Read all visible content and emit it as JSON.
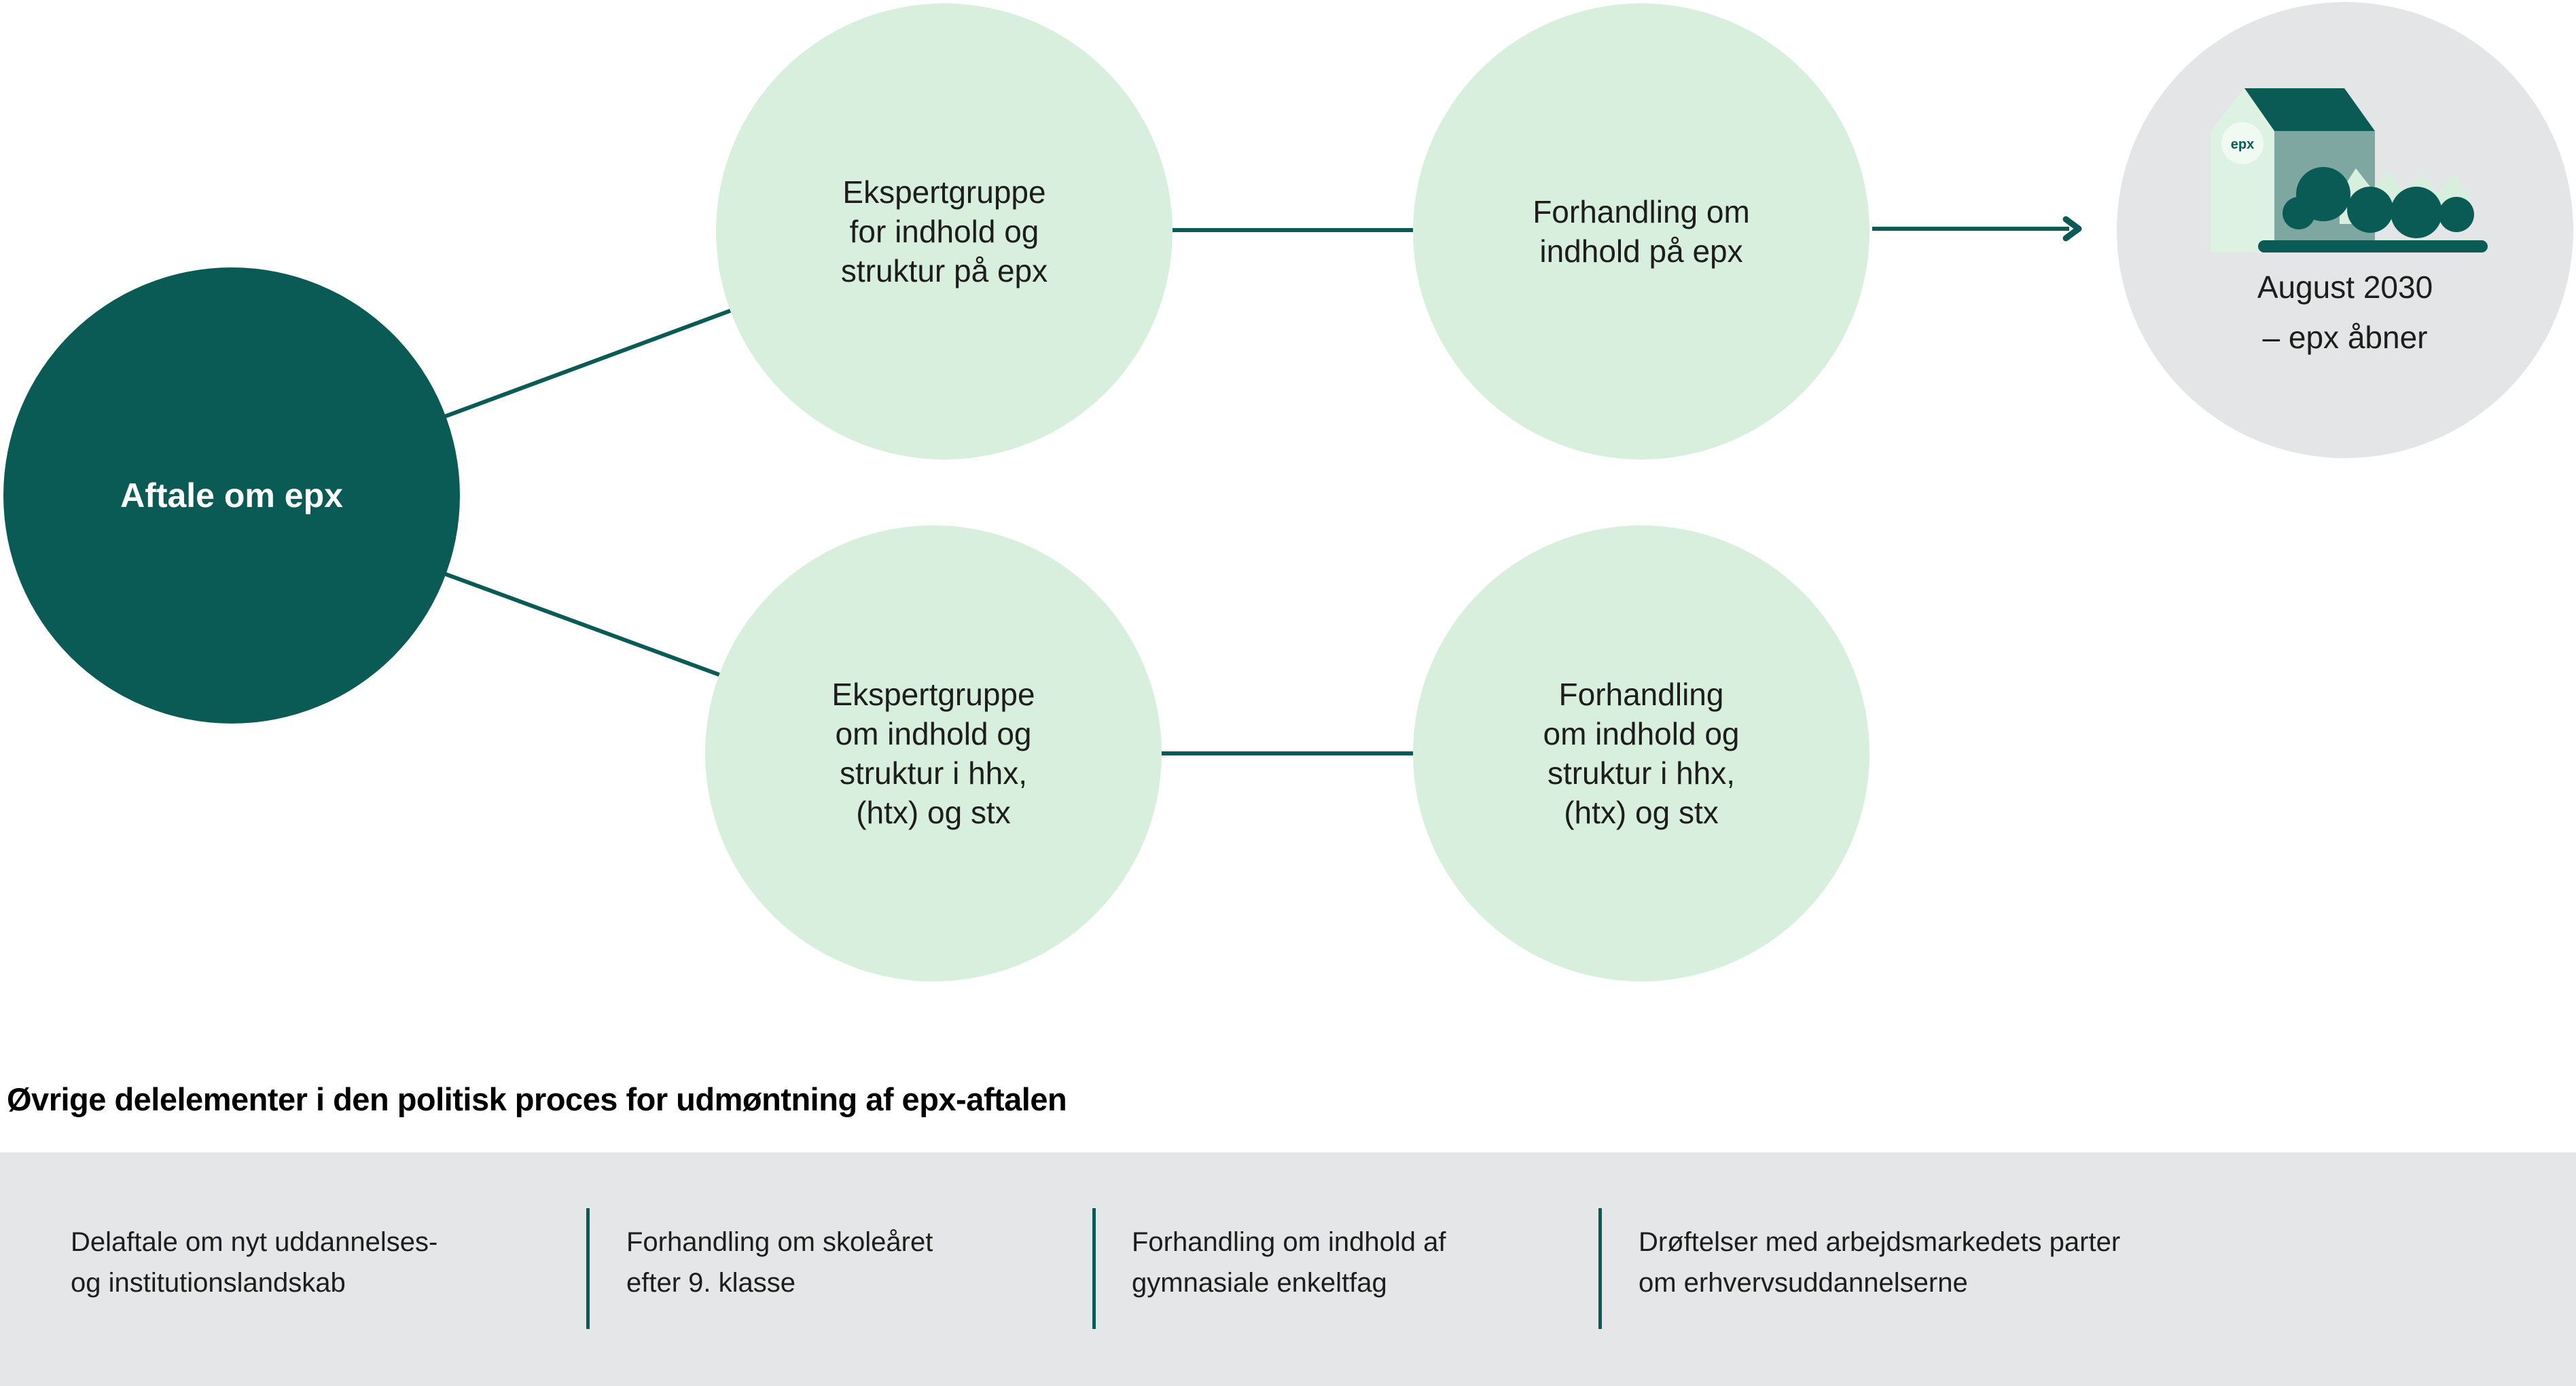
{
  "colors": {
    "teal_dark": "#0a5a55",
    "light_green": "#d8efde",
    "building_front": "#ddf2e2",
    "building_side": "#7fa7a2",
    "badge_background": "#f0faf2",
    "gray_circle": "#e4e5e7",
    "gray_band": "#e5e6e8",
    "text_dark": "#1d1d1b"
  },
  "diagram": {
    "root": {
      "label": "Aftale om epx"
    },
    "expert_epx": {
      "lines": [
        "Ekspertgruppe",
        "for indhold og",
        "struktur på epx"
      ]
    },
    "negotiation_epx": {
      "lines": [
        "Forhandling om",
        "indhold på epx"
      ]
    },
    "expert_hhx": {
      "lines": [
        "Ekspertgruppe",
        "om indhold og",
        "struktur i hhx,",
        "(htx) og stx"
      ]
    },
    "negotiation_hhx": {
      "lines": [
        "Forhandling",
        "om indhold og",
        "struktur i hhx,",
        "(htx) og stx"
      ]
    },
    "milestone": {
      "badge_label": "epx",
      "lines": [
        "August 2030",
        "– epx åbner"
      ]
    }
  },
  "footer": {
    "heading": "Øvrige delelementer i den politisk proces for udmøntning af epx-aftalen",
    "items": [
      {
        "lines": [
          "Delaftale om nyt uddannelses-",
          "og institutionslandskab"
        ]
      },
      {
        "lines": [
          "Forhandling om skoleåret",
          "efter 9. klasse"
        ]
      },
      {
        "lines": [
          "Forhandling om indhold af",
          "gymnasiale enkeltfag"
        ]
      },
      {
        "lines": [
          "Drøftelser med arbejdsmarkedets parter",
          "om erhvervsuddannelserne"
        ]
      }
    ]
  }
}
